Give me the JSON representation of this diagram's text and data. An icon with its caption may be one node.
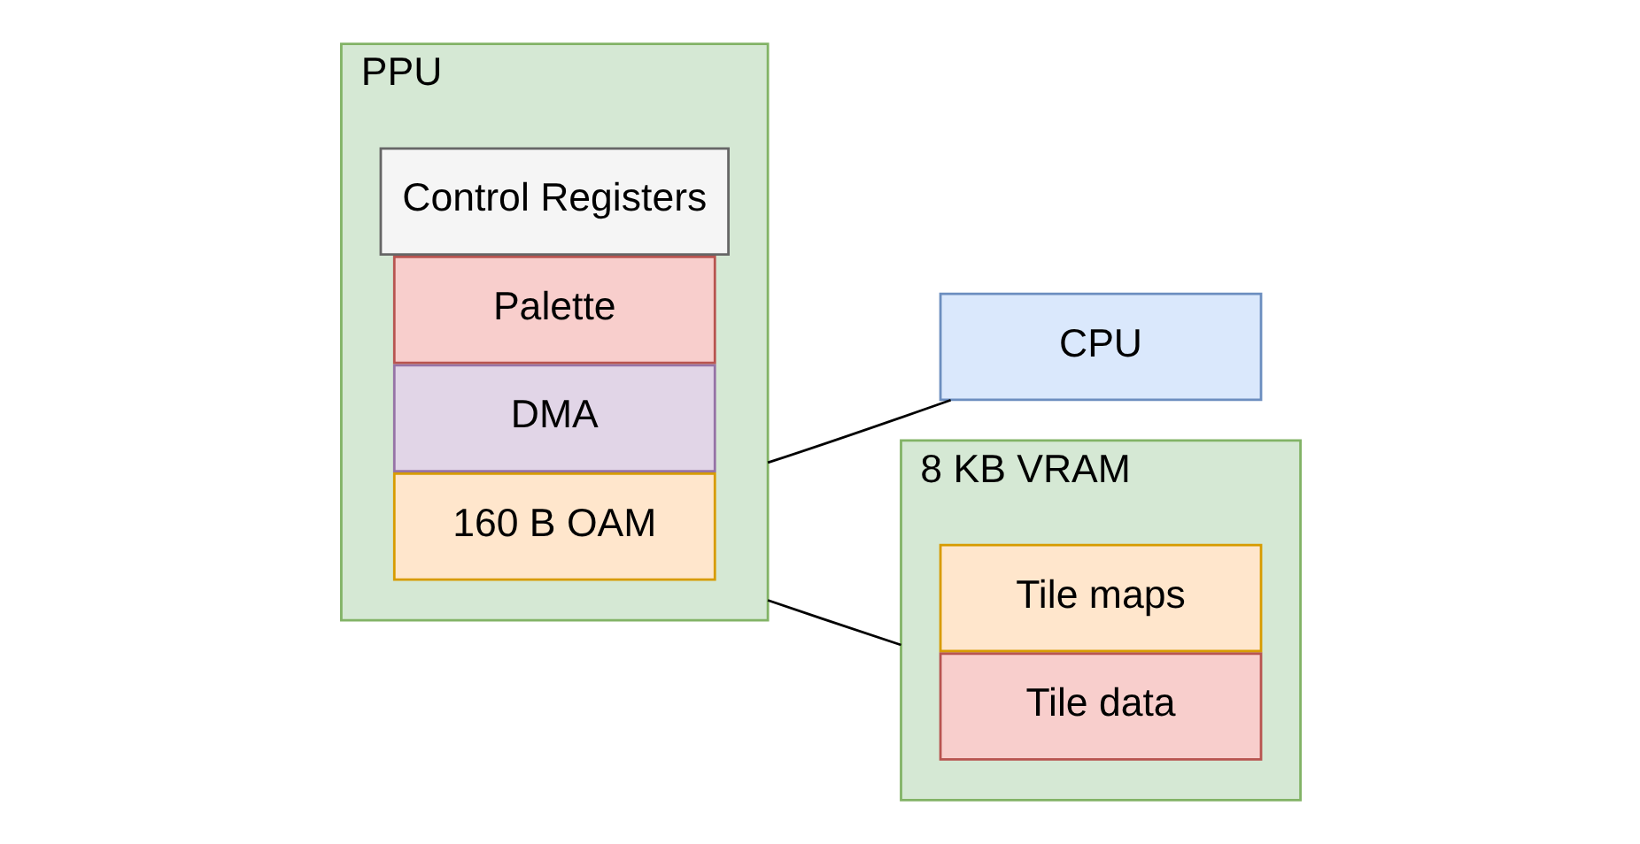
{
  "diagram": {
    "nodes": [
      {
        "text": [
          "PPU"
        ]
      },
      {
        "text": [
          "160 B OAM"
        ],
        "in": 0
      },
      {
        "text": [
          "DMA"
        ],
        "in": 0
      },
      {
        "text": [
          "Palette"
        ],
        "in": 0
      },
      {
        "text": [
          "Control Registers"
        ],
        "in": 0
      },
      {
        "text": [
          "CPU"
        ]
      },
      {
        "text": [
          "8 KB VRAM"
        ]
      },
      {
        "text": [
          "Tile data"
        ],
        "in": 6
      },
      {
        "text": [
          "Tile maps"
        ],
        "in": 6
      }
    ],
    "edges": [
      {
        "from": 0,
        "to": 5,
        "arrow": "none"
      },
      {
        "from": 0,
        "to": 6,
        "arrow": "none"
      }
    ]
  }
}
